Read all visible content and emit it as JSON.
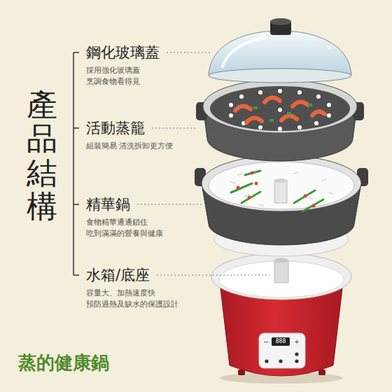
{
  "diagram": {
    "title": "產品結構",
    "caption": "蒸的健康鍋",
    "labels": [
      "鋼化玻璃蓋",
      "採用強化玻璃蓋 烹調食物看得見",
      "活動蒸籠",
      "組裝簡易 清洗拆卸更方便",
      "精華鍋",
      "食物精華通通鎖住 吃到滿滿的營養與健康",
      "水箱/底座",
      "容量大、加熱速度快 預防過熱及缺水的保護設計",
      "−",
      "888",
      "+"
    ]
  }
}
